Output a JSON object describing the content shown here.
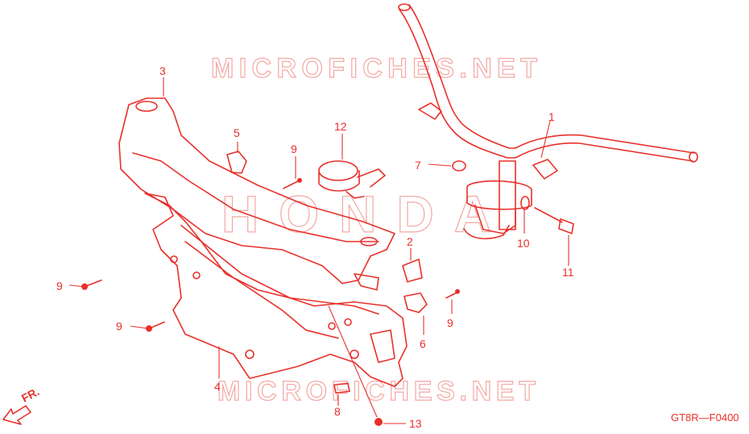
{
  "watermark_top": "MICROFICHES.NET",
  "watermark_bottom": "MICROFICHES.NET",
  "watermark_brand": "HONDA",
  "direction_label": "FR.",
  "diagram_code": "GT8R—F0400",
  "callouts": {
    "c1": "1",
    "c2": "2",
    "c3": "3",
    "c4": "4",
    "c5": "5",
    "c6": "6",
    "c7": "7",
    "c8": "8",
    "c9a": "9",
    "c9b": "9",
    "c9c": "9",
    "c9d": "9",
    "c10": "10",
    "c11": "11",
    "c12": "12",
    "c13": "13"
  },
  "colors": {
    "line": "#e8302a",
    "watermark": "#f3a8a4"
  }
}
